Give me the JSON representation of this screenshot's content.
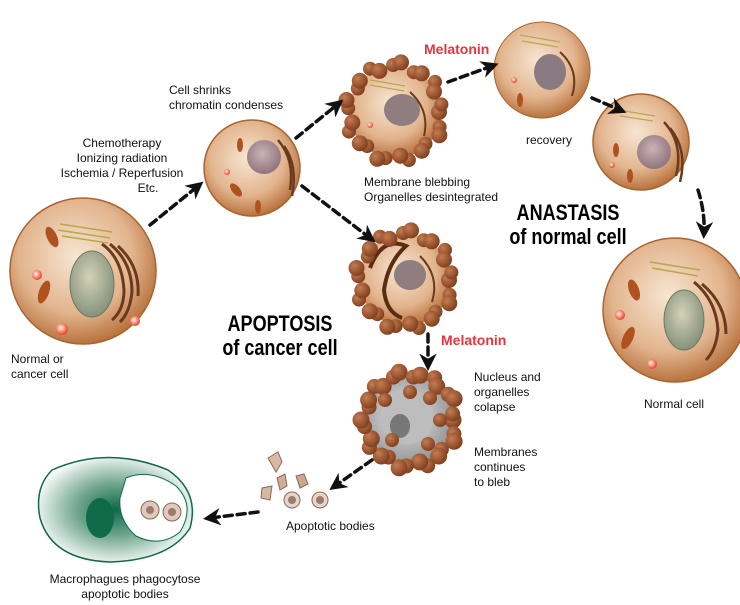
{
  "labels": {
    "triggers": [
      "Chemotherapy",
      "Ionizing radiation",
      "Ischemia / Reperfusion",
      "Etc."
    ],
    "cell_shrinks": [
      "Cell shrinks",
      "chromatin  condenses"
    ],
    "membrane_blebbing": [
      "Membrane blebbing",
      "Organelles desintegrated"
    ],
    "recovery": "recovery",
    "normal_or_cancer": [
      "Normal or",
      "cancer cell"
    ],
    "normal_cell": "Normal cell",
    "nucleus_collapse": [
      "Nucleus and",
      "organelles",
      "colapse"
    ],
    "membranes_bleb": [
      "Membranes",
      "continues",
      "to bleb"
    ],
    "apoptotic_bodies": "Apoptotic bodies",
    "macrophages": [
      "Macrophagues phagocytose",
      "apoptotic bodies"
    ]
  },
  "headings": {
    "apoptosis": [
      "APOPTOSIS",
      "of cancer cell"
    ],
    "anastasis": [
      "ANASTASIS",
      "of normal cell"
    ]
  },
  "melatonin": [
    "Melatonin",
    "Melatonin"
  ],
  "colors": {
    "cell_fill": "#e9c8a6",
    "cell_edge": "#a9652f",
    "bleb": "#9a4f2b",
    "nucleus": "#9fa58e",
    "melatonin_text": "#e8343d",
    "macrophage": "#0f6a4a"
  }
}
